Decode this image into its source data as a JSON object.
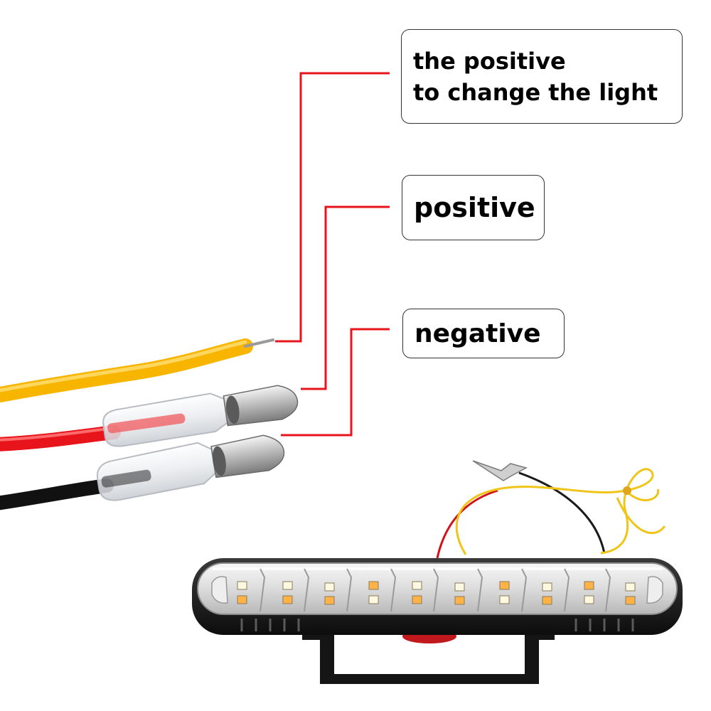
{
  "labels": {
    "change_light": {
      "line1": "the positive",
      "line2": "to change the light"
    },
    "positive": "positive",
    "negative": "negative"
  },
  "wires": [
    {
      "name": "yellow-wire",
      "color": "#f7b500",
      "label": "the positive to change the light"
    },
    {
      "name": "red-wire",
      "color": "#e8141b",
      "label": "positive"
    },
    {
      "name": "black-wire",
      "color": "#111111",
      "label": "negative"
    }
  ],
  "colors": {
    "leader_line": "#e8141b",
    "box_border": "#333333",
    "led_amber": "#ffb347",
    "led_white": "#fff8e0"
  },
  "icons": {
    "connector": "bullet-connector-icon",
    "led_bar": "led-light-bar-icon"
  }
}
